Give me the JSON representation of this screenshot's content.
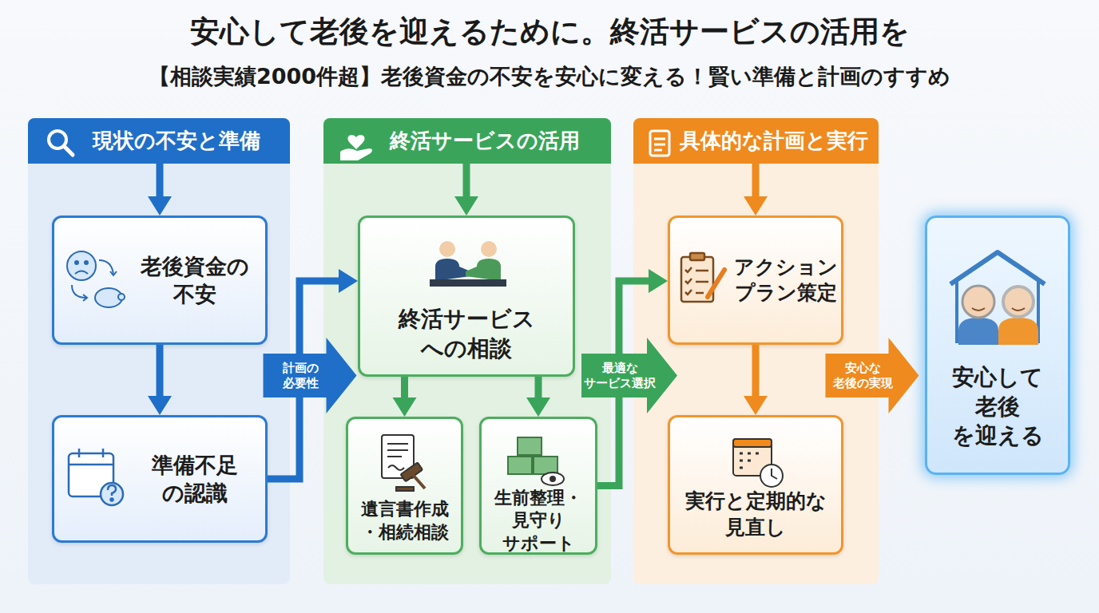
{
  "diagram": {
    "title": "安心して老後を迎えるために。終活サービスの活用を",
    "nodes": [
      {
        "text": [
          "現状の不安と準備"
        ]
      },
      {
        "text": [
          "老後資金の 不安"
        ],
        "in": 0
      },
      {
        "text": [
          "準備不足 の認識"
        ],
        "in": 0
      },
      {
        "text": [
          "終活サービスの活用"
        ]
      },
      {
        "text": [
          "終活サービス への相談"
        ],
        "in": 3
      },
      {
        "text": [
          "遺言書作成 ・相続相談"
        ],
        "in": 3
      },
      {
        "text": [
          "生前整理・ 見守り サポート"
        ],
        "in": 3
      },
      {
        "text": [
          "具体的な計画と実行"
        ]
      },
      {
        "text": [
          "アクション プラン策定"
        ],
        "in": 7
      },
      {
        "text": [
          "実行と定期的な 見直し"
        ],
        "in": 7
      },
      {
        "text": [
          "安心して 老後 を迎える"
        ]
      }
    ],
    "edges": [
      {
        "from": 0,
        "to": 1,
        "arrow": "to"
      },
      {
        "from": 1,
        "to": 2,
        "arrow": "to"
      },
      {
        "from": 2,
        "to": 4,
        "arrow": "to"
      },
      {
        "from": 0,
        "to": 3,
        "label": "計画の 必要性",
        "arrow": "to"
      },
      {
        "from": 3,
        "to": 4,
        "arrow": "to"
      },
      {
        "from": 4,
        "to": 5,
        "arrow": "to"
      },
      {
        "from": 4,
        "to": 6,
        "arrow": "to"
      },
      {
        "from": 6,
        "to": 8,
        "arrow": "to"
      },
      {
        "from": 3,
        "to": 7,
        "label": "最適な サービス選択",
        "arrow": "to"
      },
      {
        "from": 7,
        "to": 8,
        "arrow": "to"
      },
      {
        "from": 8,
        "to": 9,
        "arrow": "to"
      },
      {
        "from": 7,
        "to": 10,
        "label": "安心な 老後の実現",
        "arrow": "to"
      }
    ],
    "labels": [
      "【相談実績2000件超】老後資金の不安を安心に変える！賢い準備と計画のすすめ"
    ]
  }
}
